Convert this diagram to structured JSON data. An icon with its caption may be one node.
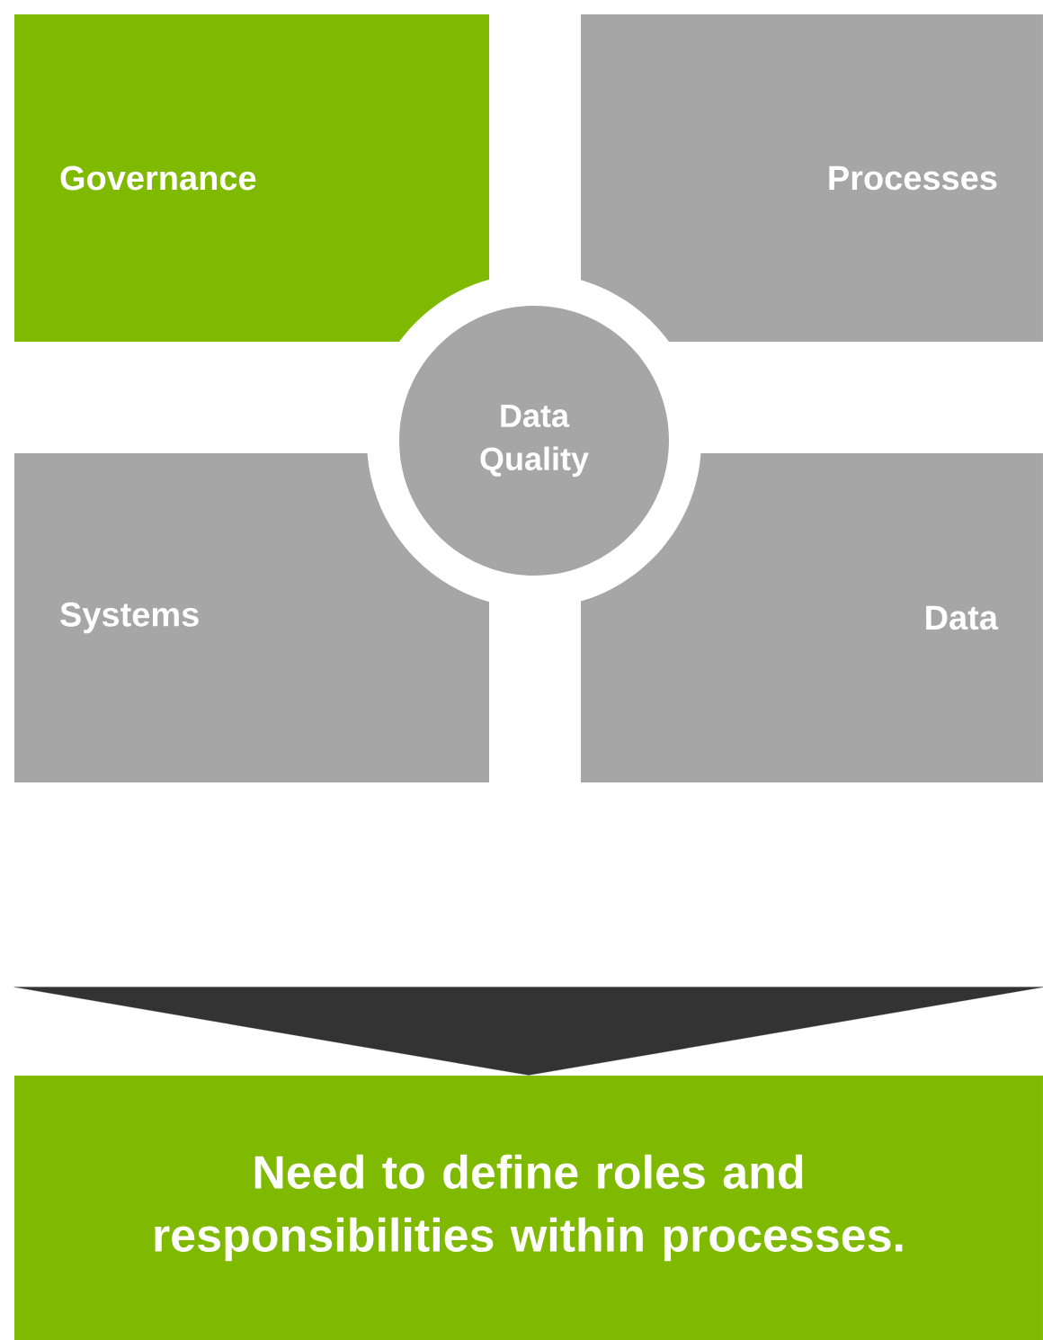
{
  "diagram": {
    "nodes": [
      {
        "text": [
          "Governance"
        ]
      },
      {
        "text": [
          "Processes"
        ]
      },
      {
        "text": [
          "Systems"
        ]
      },
      {
        "text": [
          "Data"
        ]
      },
      {
        "text": [
          "Data Quality"
        ]
      },
      {
        "text": [
          "Need to define roles and responsibilities within processes."
        ]
      }
    ],
    "edges": [
      {
        "from": null,
        "to": 5,
        "arrow": "to"
      }
    ]
  }
}
